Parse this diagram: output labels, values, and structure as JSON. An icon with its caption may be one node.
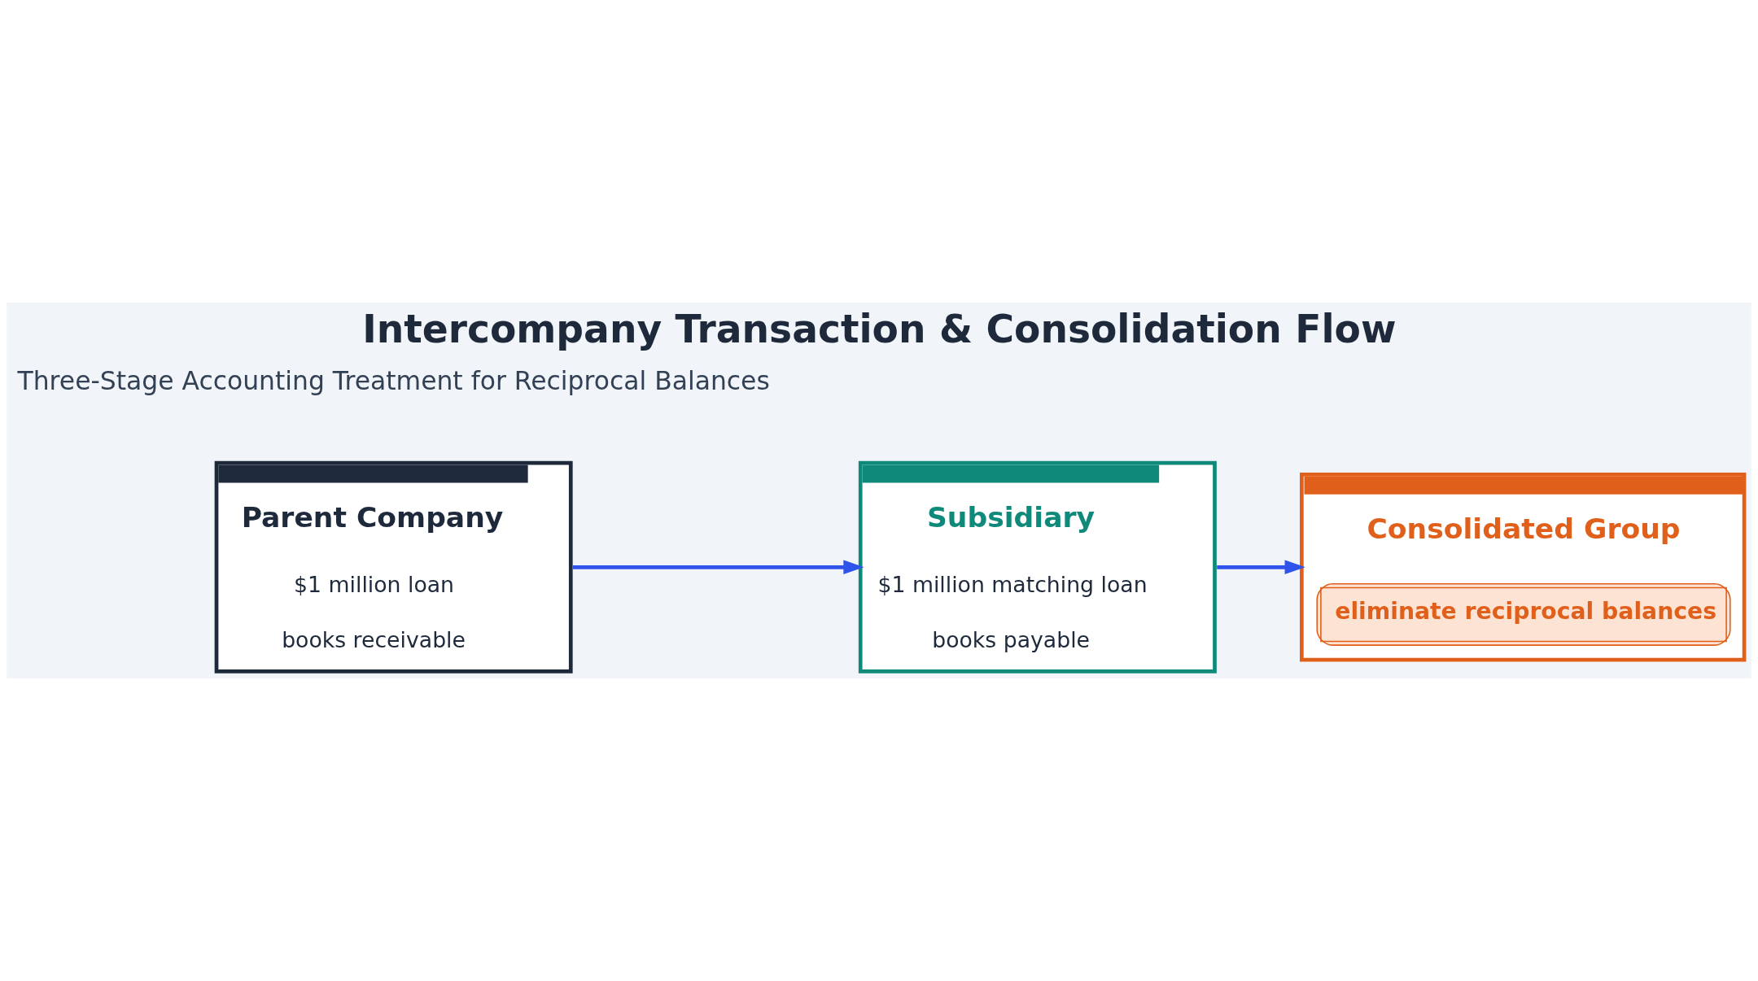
{
  "diagram": {
    "title": "Intercompany Transaction & Consolidation Flow",
    "nodes": [
      {
        "text": [
          "Parent Company",
          "$1 million loan",
          "books receivable"
        ]
      },
      {
        "text": [
          "Subsidiary",
          "$1 million matching loan",
          "books payable"
        ]
      },
      {
        "text": [
          "Consolidated Group",
          "eliminate reciprocal balances"
        ]
      }
    ],
    "edges": [
      {
        "from": 0,
        "to": 1,
        "arrow": "to"
      },
      {
        "from": 1,
        "to": 2,
        "arrow": "to"
      }
    ],
    "labels": [
      "Three-Stage Accounting Treatment for Reciprocal Balances"
    ]
  }
}
